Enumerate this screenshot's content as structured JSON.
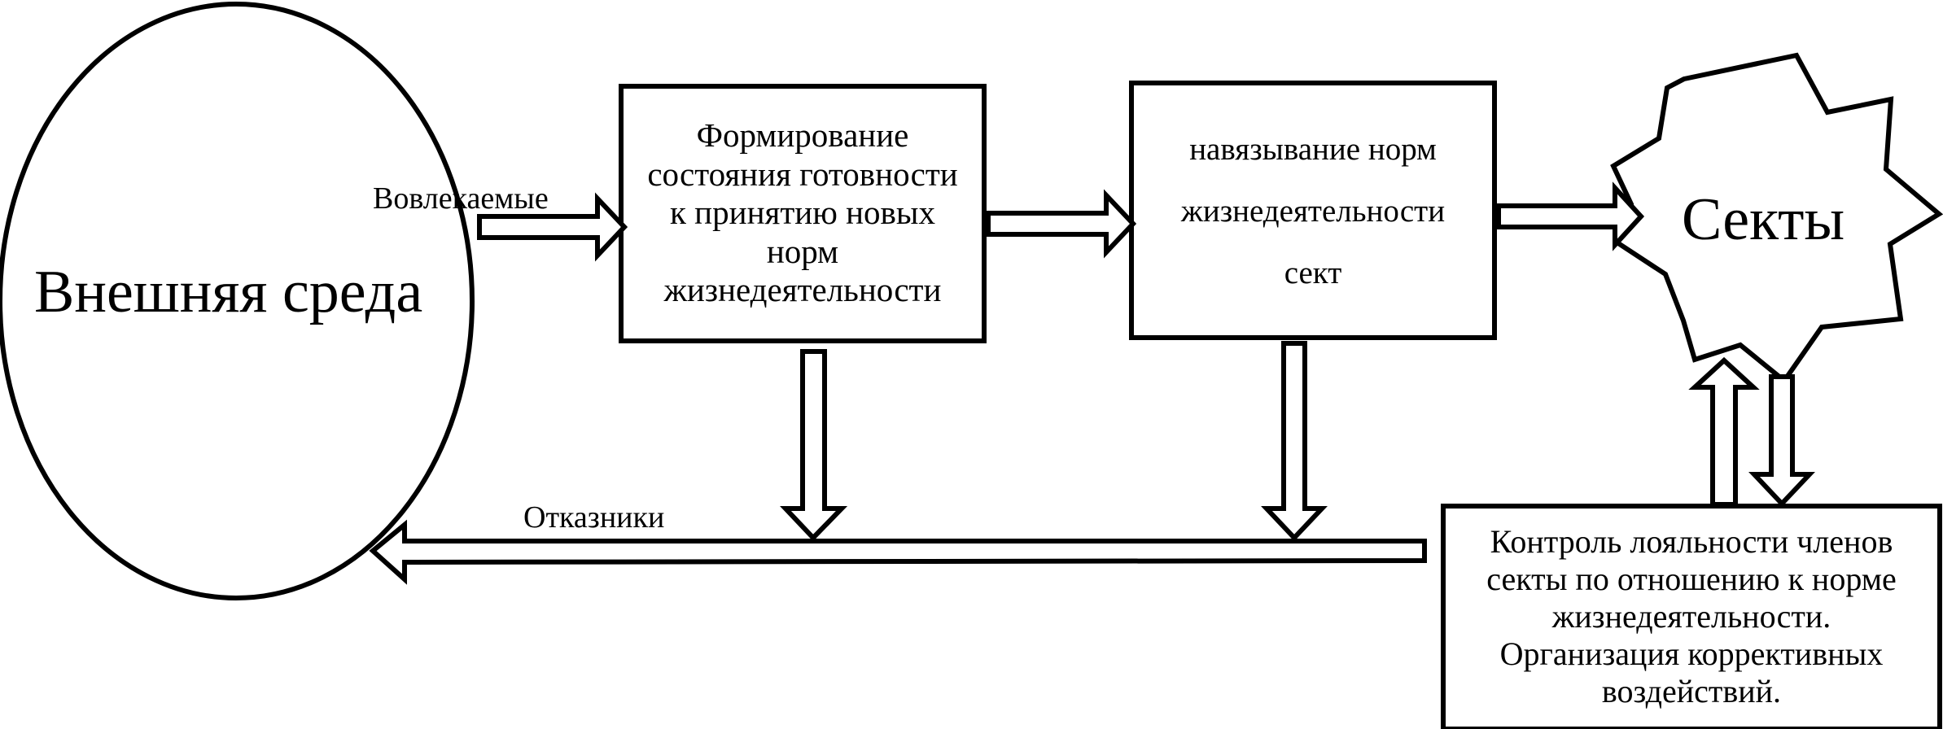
{
  "nodes": {
    "environment": {
      "label": "Внешняя среда"
    },
    "formation": {
      "lines": [
        "Формирование",
        "состояния готовности",
        "к принятию новых",
        "норм",
        "жизнедеятельности"
      ]
    },
    "imposition": {
      "lines": [
        "навязывание норм",
        "жизнедеятельности",
        "сект"
      ]
    },
    "sects": {
      "label": "Секты"
    },
    "control": {
      "lines": [
        "Контроль лояльности членов",
        "секты по отношению к норме",
        "жизнедеятельности.",
        "Организация коррективных",
        "воздействий."
      ]
    }
  },
  "edges": {
    "involved": {
      "label": "Вовлекаемые"
    },
    "refusers": {
      "label": "Отказники"
    }
  },
  "colors": {
    "stroke": "#000000",
    "fill": "#ffffff"
  }
}
